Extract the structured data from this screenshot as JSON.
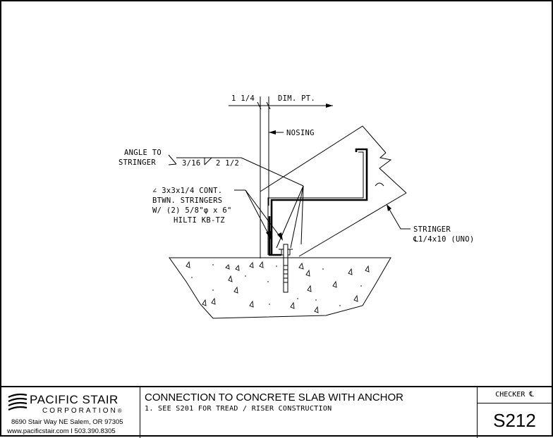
{
  "drawing": {
    "dim_left": "1 1/4",
    "dim_right": "DIM. PT.",
    "nosing": "NOSING",
    "angle_label": [
      "ANGLE TO",
      "STRINGER"
    ],
    "weld_size": "3/16",
    "weld_length": "2 1/2",
    "anchor_note": [
      "∠ 3x3x1/4 CONT.",
      "BTWN. STRINGERS",
      "W/ (2) 5/8\"φ x 6\"",
      "HILTI KB-TZ"
    ],
    "stringer_note": [
      "STRINGER",
      "℄1/4x10 (UNO)"
    ]
  },
  "titleblock": {
    "company": "PACIFIC STAIR",
    "corporation": "CORPORATION",
    "reg_mark": "®",
    "address": "8690 Stair Way NE Salem, OR 97305",
    "contact": "www.pacificstair.com  I  503.390.8305",
    "title": "CONNECTION TO CONCRETE SLAB WITH ANCHOR",
    "note": "1.  SEE S201 FOR TREAD / RISER CONSTRUCTION",
    "checker": "CHECKER ℄",
    "sheet": "S212"
  }
}
